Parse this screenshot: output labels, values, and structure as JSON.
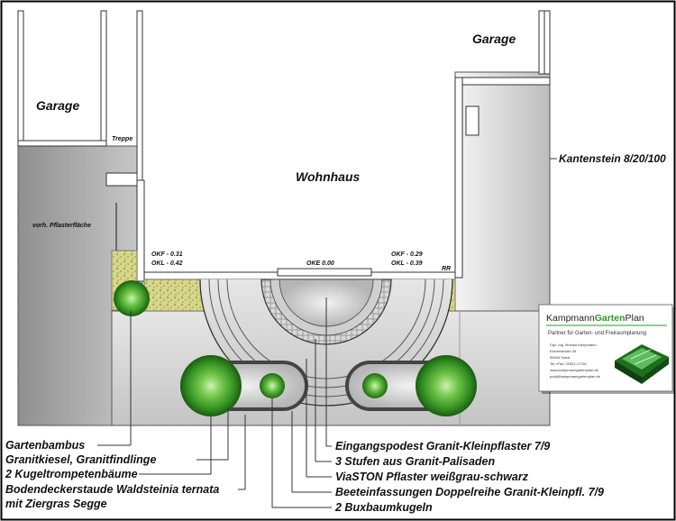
{
  "labels": {
    "garage_left": "Garage",
    "garage_right": "Garage",
    "stairs": "Treppe",
    "house": "Wohnhaus",
    "existing_paving": "vorh. Pflasterfläche",
    "curb": "Kantenstein 8/20/100",
    "okf_left": "OKF - 0.31",
    "okl_left": "OKL - 0.42",
    "okf_right": "OKF - 0.29",
    "okl_right": "OKL - 0.39",
    "oke": "OKE 0.00",
    "rr": "RR"
  },
  "legend": {
    "bamboo": "Gartenbambus",
    "gravel": "Granitkiesel, Granitfindlinge",
    "trees": "2 Kugeltrompetenbäume",
    "groundcover_1": "Bodendeckerstaude Waldsteinia ternata",
    "groundcover_2": "mit Ziergras Segge",
    "podest": "Eingangspodest Granit-Kleinpflaster 7/9",
    "steps": "3 Stufen aus Granit-Palisaden",
    "viaston": "ViaSTON Pflaster weißgrau-schwarz",
    "edging": "Beeteinfassungen Doppelreihe Granit-Kleinpfl. 7/9",
    "buxus": "2 Buxbaumkugeln"
  },
  "logo": {
    "brand_1": "Kampmann",
    "brand_2": "Garten",
    "brand_3": "Plan",
    "tagline": "Partner für Garten- und Freiraumplanung",
    "line_1": "Dipl.-Ing. Monika Kampmann",
    "line_2": "Eichenstraße 45",
    "line_3": "59494 Soest",
    "line_4": "Tel.+Fax: 02921-17761",
    "line_5": "www.kampmanngartenplan.de",
    "line_6": "post@kampmanngartenplan.de"
  },
  "colors": {
    "plant_green": "#2f8a1f",
    "gravel_yellow": "#d9d98a",
    "paving_grey": "#c8c8c8",
    "brand_green": "#2a9a2a"
  }
}
